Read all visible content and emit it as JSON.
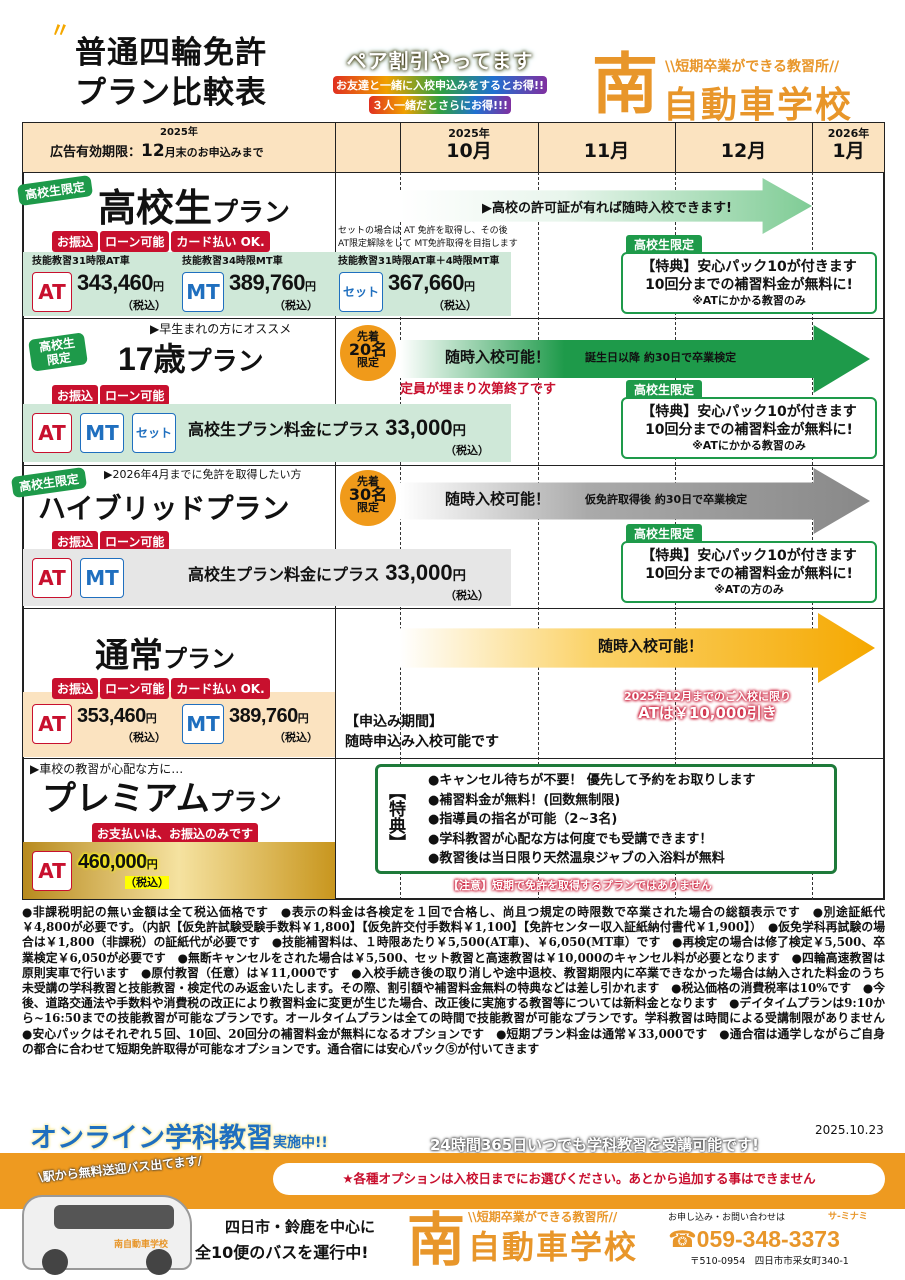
{
  "header": {
    "title1": "普通四輪免許",
    "title2": "プラン比較表",
    "pair": {
      "headline": "ペア割引やってます",
      "line1": "お友達と一緒に入校申込みをするとお得!!",
      "line2": "３人一緒だとさらにお得!!!"
    },
    "logo": {
      "mark": "南",
      "tagline": "\\\\短期卒業ができる教習所//",
      "name": "自動車学校"
    }
  },
  "table_header": {
    "validity_year": "2025年",
    "validity_label": "広告有効期限：",
    "validity_month": "12",
    "validity_suffix": "月末のお申込みまで",
    "months": [
      {
        "year": "2025年",
        "month": "10月"
      },
      {
        "year": "",
        "month": "11月"
      },
      {
        "year": "",
        "month": "12月"
      },
      {
        "year": "2026年",
        "month": "1月"
      }
    ]
  },
  "payment_tags": {
    "transfer": "お振込",
    "loan": "ローン可能",
    "card": "カード払い OK."
  },
  "hs_badge": "高校生限定",
  "bonus": {
    "title": "【特典】安心パック10が付きます",
    "line2": "10回分までの補習料金が無料に!",
    "note_at": "※ATにかかる教習のみ",
    "note_at_only": "※ATの方のみ"
  },
  "koukousei": {
    "badge": "高校生限定",
    "name": "高校生",
    "suffix": "プラン",
    "arrow": "▶高校の許可証が有れば随時入校できます!",
    "at_note": "技能教習31時限AT車",
    "mt_note": "技能教習34時限MT車",
    "set_note": "技能教習31時限AT車＋4時限MT車",
    "set_desc1": "セットの場合は AT 免許を取得し、その後",
    "set_desc2": "AT限定解除をして MT免許取得を目指します",
    "at_label": "AT",
    "at_price": "343,460",
    "mt_label": "MT",
    "mt_price": "389,760",
    "set_label": "セット",
    "set_price": "367,660",
    "yen": "円",
    "tax": "（税込）"
  },
  "age17": {
    "badge": "高校生限定",
    "lead": "▶早生まれの方にオススメ",
    "name": "17歳",
    "suffix": "プラン",
    "circle": [
      "先着",
      "20名",
      "限定"
    ],
    "arrow_main": "随時入校可能！",
    "arrow_sub": "誕生日以降 約30日で卒業検定",
    "capacity": "定員が埋まり次第終了です",
    "labels": [
      "AT",
      "MT",
      "セット"
    ],
    "price_text": "高校生プラン料金にプラス",
    "price": "33,000"
  },
  "hybrid": {
    "badge": "高校生限定",
    "lead": "▶2026年4月までに免許を取得したい方",
    "name": "ハイブリッドプラン",
    "circle": [
      "先着",
      "30名",
      "限定"
    ],
    "arrow_main": "随時入校可能！",
    "arrow_sub": "仮免許取得後 約30日で卒業検定",
    "labels": [
      "AT",
      "MT"
    ],
    "price_text": "高校生プラン料金にプラス",
    "price": "33,000"
  },
  "normal": {
    "name": "通常",
    "suffix": "プラン",
    "arrow": "随時入校可能！",
    "at_price": "353,460",
    "mt_price": "389,760",
    "period_title": "【申込み期間】",
    "period": "随時申込み入校可能です",
    "discount1": "2025年12月までのご入校に限り",
    "discount2": "ATは￥10,000引き"
  },
  "premium": {
    "lead": "▶車校の教習が心配な方に…",
    "name": "プレミアム",
    "suffix": "プラン",
    "payment": "お支払いは、お振込のみです",
    "at_price": "460,000",
    "bonus_label": "【特典】",
    "bonus_items": [
      "●キャンセル待ちが不要！ 優先して予約をお取りします",
      "●補習料金が無料！(回数無制限)",
      "●指導員の指名が可能（2~3名)",
      "●学科教習が心配な方は何度でも受講できます！",
      "●教習後は当日限り天然温泉ジャブの入浴料が無料"
    ],
    "caution": "【注意】短期で免許を取得するプランではありません"
  },
  "notes": "●非課税明記の無い金額は全て税込価格です　●表示の料金は各検定を１回で合格し、尚且つ規定の時限数で卒業された場合の総額表示です　●別途証紙代￥4,800が必要です。（内訳【仮免許試験受験手数料￥1,800】【仮免許交付手数料￥1,100】【免許センター収入証紙納付書代￥1,900】）　●仮免学科再試験の場合は￥1,800（非課税）の証紙代が必要です　●技能補習料は、１時限あたり￥5,500(AT車)、￥6,050(MT車）です　●再検定の場合は修了検定￥5,500、卒業検定￥6,050が必要です　●無断キャンセルをされた場合は￥5,500、セット教習と高速教習は￥10,000のキャンセル料が必要となります　●四輪高速教習は原則実車で行います　●原付教習（任意）は￥11,000です　●入校手続き後の取り消しや途中退校、教習期限内に卒業できなかった場合は納入された料金のうち未受講の学科教習と技能教習・検定代のみ返金いたします。その際、割引額や補習料金無料の特典などは差し引かれます　●税込価格の消費税率は10%です　●今後、道路交通法や手数料や消費税の改正により教習料金に変更が生じた場合、改正後に実施する教習等については新料金となります　●デイタイムプランは9:10から~16:50までの技能教習が可能なプランです。オールタイムプランは全ての時間で技能教習が可能なプランです。学科教習は時間による受講制限がありません　●安心パックはそれぞれ５回、10回、20回分の補習料金が無料になるオプションです　●短期プラン料金は通常￥33,000です　●通合宿は通学しながらご自身の都合に合わせて短期免許取得が可能なオプションです。通合宿には安心パック⑤が付いてきます",
  "online": {
    "title": "オンライン学科教習",
    "suffix": "実施中!!",
    "date": "2025.10.23",
    "tagline": "24時間365日いつでも学科教習を受講可能です!"
  },
  "footer": {
    "bus_banner": "\\駅から無料送迎バス出てます/",
    "option_notice": "★各種オプションは入校日までにお選びください。あとから追加する事はできません",
    "bus_line1": "四日市・鈴鹿を中心に",
    "bus_line2": "全10便のバスを運行中!",
    "car_label": "南自動車学校",
    "contact_label": "お申し込み・お問い合わせは",
    "phone_reading": "サ-ミナミ",
    "phone": "☎059-348-3373",
    "address": "〒510-0954　四日市市采女町340-1"
  }
}
